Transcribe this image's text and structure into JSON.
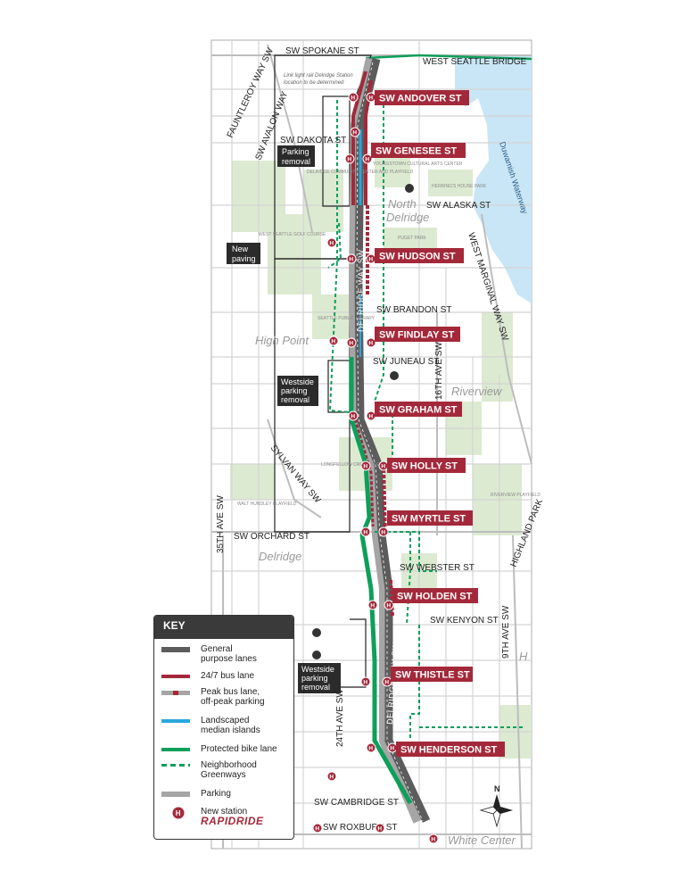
{
  "colors": {
    "general": "#5c5c5c",
    "bus247": "#a3293a",
    "peak": "#a3293a",
    "median": "#29a7df",
    "bike": "#0e9f5b",
    "greenway": "#0e9f5b",
    "parking": "#a5a5a5",
    "park": "#dcead1",
    "water": "#c8e6f5"
  },
  "streets": {
    "spokane": "SW SPOKANE ST",
    "west_seattle_bridge": "WEST SEATTLE BRIDGE",
    "fauntleroy": "FAUNTLEROY WAY SW",
    "avalon": "SW AVALON WAY",
    "dakota": "SW DAKOTA ST",
    "alaska": "SW ALASKA ST",
    "west_marginal": "WEST MARGINAL WAY SW",
    "brandon": "SW BRANDON ST",
    "juneau": "SW JUNEAU ST",
    "sixteenth": "16TH AVE SW",
    "sylvan": "SYLVAN WAY SW",
    "orchard": "SW ORCHARD ST",
    "thirtyfifth": "35TH AVE SW",
    "webster": "SW WEBSTER ST",
    "kenyon": "SW KENYON ST",
    "ninth": "9TH AVE SW",
    "highland": "HIGHLAND PARK",
    "twentyfourth": "24TH AVE SW",
    "cambridge": "SW CAMBRIDGE ST",
    "roxbury": "SW ROXBURY ST",
    "delridge_way": "DELRIDGE WAY SW"
  },
  "areas": {
    "north_delridge_1": "North",
    "north_delridge_2": "Delridge",
    "high_point": "High Point",
    "riverview": "Riverview",
    "delridge": "Delridge",
    "white_center": "White Center",
    "h_partial": "H"
  },
  "waterways": {
    "duwamish": "Duwamish Waterway"
  },
  "places": {
    "youngstown": "YOUNGSTOWN CULTURAL ARTS CENTER",
    "delridge_cc": "DELRIDGE COMMUNITY CENTER AND PLAYFIELD",
    "herrings": "HERRING'S HOUSE PARK",
    "golf": "WEST SEATTLE GOLF COURSE",
    "puget_park": "PUGET PARK",
    "library": "SEATTLE PUBLIC LIBRARY",
    "longfellow": "LONGFELLOW CREEK GREENSPACE",
    "walt_hundley": "WALT HUNDLEY PLAYFIELD",
    "riverview_pf": "RIVERVIEW PLAYFIELD"
  },
  "notes": {
    "light_rail_1": "Link light rail Delridge Station",
    "light_rail_2": "location to be determined",
    "parking_removal_top_1": "Parking",
    "parking_removal_top_2": "removal",
    "new_paving_1": "New",
    "new_paving_2": "paving",
    "westside_mid_1": "Westside",
    "westside_mid_2": "parking",
    "westside_mid_3": "removal",
    "westside_bot_1": "Westside",
    "westside_bot_2": "parking",
    "westside_bot_3": "removal"
  },
  "stations": [
    {
      "id": "andover",
      "label": "SW ANDOVER ST"
    },
    {
      "id": "genesee",
      "label": "SW GENESEE ST"
    },
    {
      "id": "hudson",
      "label": "SW HUDSON ST"
    },
    {
      "id": "findlay",
      "label": "SW FINDLAY ST"
    },
    {
      "id": "graham",
      "label": "SW GRAHAM ST"
    },
    {
      "id": "holly",
      "label": "SW HOLLY ST"
    },
    {
      "id": "myrtle",
      "label": "SW MYRTLE ST"
    },
    {
      "id": "holden",
      "label": "SW HOLDEN ST"
    },
    {
      "id": "thistle",
      "label": "SW THISTLE ST"
    },
    {
      "id": "henderson",
      "label": "SW HENDERSON ST"
    }
  ],
  "station_marker": "H",
  "compass": "N",
  "key": {
    "title": "KEY",
    "items": [
      {
        "id": "general",
        "label_1": "General",
        "label_2": "purpose lanes"
      },
      {
        "id": "bus247",
        "label_1": "24/7 bus lane",
        "label_2": ""
      },
      {
        "id": "peak",
        "label_1": "Peak bus lane,",
        "label_2": "off-peak parking"
      },
      {
        "id": "median",
        "label_1": "Landscaped",
        "label_2": "median islands"
      },
      {
        "id": "bike",
        "label_1": "Protected bike lane",
        "label_2": ""
      },
      {
        "id": "greenway",
        "label_1": "Neighborhood",
        "label_2": "Greenways"
      },
      {
        "id": "parking",
        "label_1": "Parking",
        "label_2": ""
      },
      {
        "id": "station",
        "label_1": "New station",
        "label_2": "RAPIDRIDE"
      }
    ]
  }
}
